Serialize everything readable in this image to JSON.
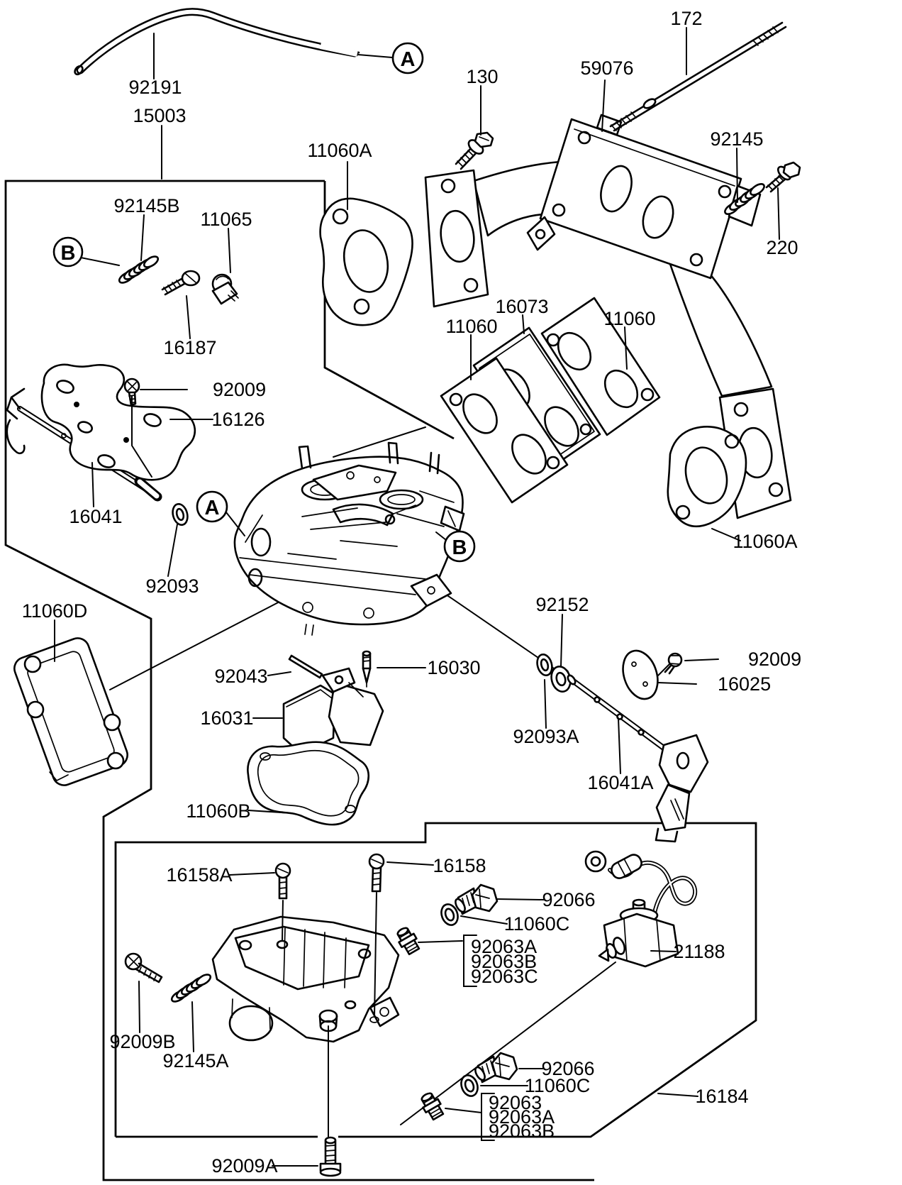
{
  "diagram_title": "carburetor and intake manifold parts diagram",
  "colors": {
    "line": "#000000",
    "background": "#ffffff"
  },
  "callouts": {
    "a": "A",
    "b": "B"
  },
  "labels": {
    "p92191": "92191",
    "p15003": "15003",
    "p11060A_top": "11060A",
    "p130": "130",
    "p59076": "59076",
    "p172": "172",
    "p92145": "92145",
    "p220": "220",
    "p92145B": "92145B",
    "p11065": "11065",
    "p16187": "16187",
    "p92009_top": "92009",
    "p16126": "16126",
    "p16041": "16041",
    "p92093": "92093",
    "p11060D": "11060D",
    "p11060_l": "11060",
    "p16073": "16073",
    "p11060_r": "11060",
    "p11060A_bot": "11060A",
    "p16030": "16030",
    "p92043": "92043",
    "p16031": "16031",
    "p11060B": "11060B",
    "p92152": "92152",
    "p92009_mid": "92009",
    "p16025": "16025",
    "p92093A": "92093A",
    "p16041A": "16041A",
    "p16158A": "16158A",
    "p16158": "16158",
    "p92066_up": "92066",
    "p11060C_up": "11060C",
    "p92063A_up": "92063A",
    "p92063B_up": "92063B",
    "p92063C_up": "92063C",
    "p21188": "21188",
    "p92066_low": "92066",
    "p11060C_low": "11060C",
    "p92063_low": "92063",
    "p92063A_low": "92063A",
    "p92063B_low": "92063B",
    "p16184": "16184",
    "p92009B": "92009B",
    "p92145A": "92145A",
    "p92009A": "92009A"
  }
}
